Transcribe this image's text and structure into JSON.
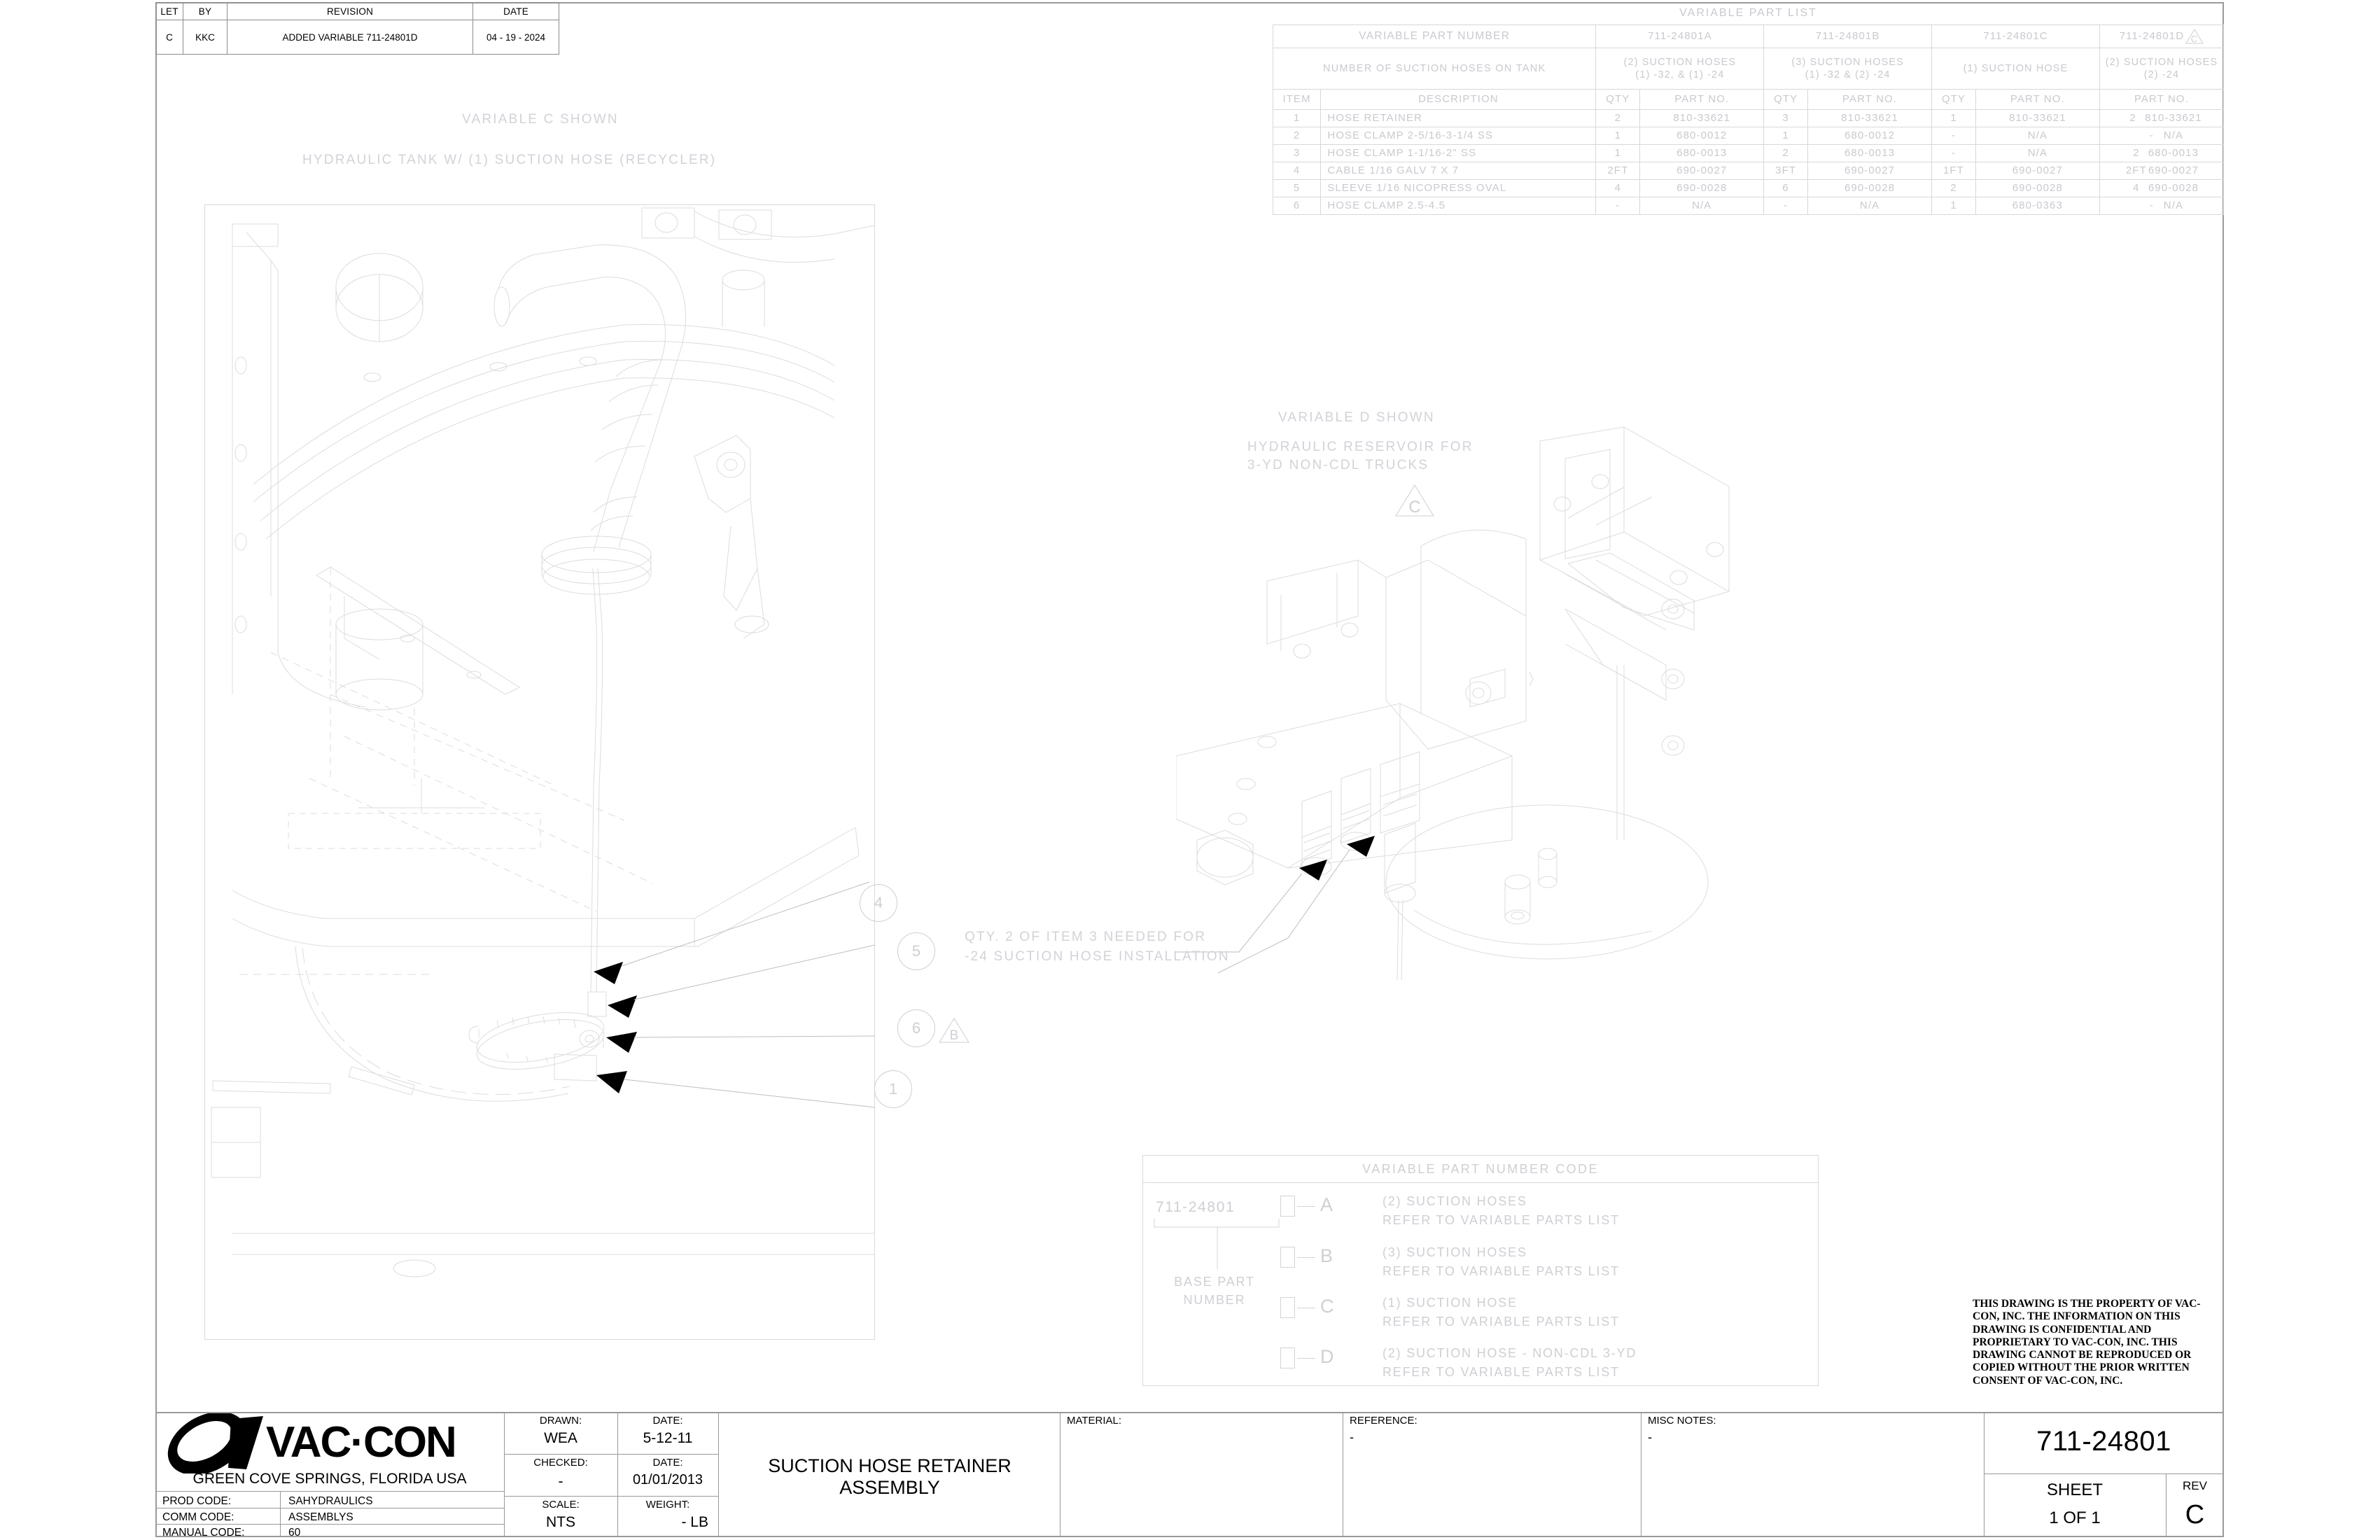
{
  "revision_block": {
    "headers": [
      "LET",
      "BY",
      "REVISION",
      "DATE"
    ],
    "rows": [
      {
        "let": "C",
        "by": "KKC",
        "revision": "ADDED VARIABLE 711-24801D",
        "date": "04 - 19 - 2024"
      }
    ]
  },
  "variable_part_list": {
    "title": "VARIABLE PART LIST",
    "row_label_part_number": "VARIABLE PART NUMBER",
    "row_label_hoses": "NUMBER OF SUCTION HOSES ON TANK",
    "col_item": "ITEM",
    "col_description": "DESCRIPTION",
    "col_qty": "QTY",
    "col_part_no": "PART NO.",
    "variants": [
      {
        "part_number": "711-24801A",
        "hoses_line1": "(2) SUCTION HOSES",
        "hoses_line2": "(1) -32, & (1) -24",
        "rev_flag": ""
      },
      {
        "part_number": "711-24801B",
        "hoses_line1": "(3) SUCTION HOSES",
        "hoses_line2": "(1) -32 & (2) -24",
        "rev_flag": ""
      },
      {
        "part_number": "711-24801C",
        "hoses_line1": "(1) SUCTION HOSE",
        "hoses_line2": "",
        "rev_flag": ""
      },
      {
        "part_number": "711-24801D",
        "hoses_line1": "(2) SUCTION HOSES",
        "hoses_line2": "(2) -24",
        "rev_flag": "C"
      }
    ],
    "items": [
      {
        "item": "1",
        "description": "HOSE RETAINER",
        "a_qty": "2",
        "a_pn": "810-33621",
        "b_qty": "3",
        "b_pn": "810-33621",
        "c_qty": "1",
        "c_pn": "810-33621",
        "d_qty": "2",
        "d_pn": "810-33621"
      },
      {
        "item": "2",
        "description": "HOSE CLAMP 2-5/16-3-1/4 SS",
        "a_qty": "1",
        "a_pn": "680-0012",
        "b_qty": "1",
        "b_pn": "680-0012",
        "c_qty": "-",
        "c_pn": "N/A",
        "d_qty": "-",
        "d_pn": "N/A"
      },
      {
        "item": "3",
        "description": "HOSE CLAMP 1-1/16-2\" SS",
        "a_qty": "1",
        "a_pn": "680-0013",
        "b_qty": "2",
        "b_pn": "680-0013",
        "c_qty": "-",
        "c_pn": "N/A",
        "d_qty": "2",
        "d_pn": "680-0013"
      },
      {
        "item": "4",
        "description": "CABLE 1/16 GALV 7 X 7",
        "a_qty": "2FT",
        "a_pn": "690-0027",
        "b_qty": "3FT",
        "b_pn": "690-0027",
        "c_qty": "1FT",
        "c_pn": "690-0027",
        "d_qty": "2FT",
        "d_pn": "690-0027"
      },
      {
        "item": "5",
        "description": "SLEEVE 1/16 NICOPRESS OVAL",
        "a_qty": "4",
        "a_pn": "690-0028",
        "b_qty": "6",
        "b_pn": "690-0028",
        "c_qty": "2",
        "c_pn": "690-0028",
        "d_qty": "4",
        "d_pn": "690-0028"
      },
      {
        "item": "6",
        "description": "HOSE CLAMP 2.5-4.5",
        "a_qty": "-",
        "a_pn": "N/A",
        "b_qty": "-",
        "b_pn": "N/A",
        "c_qty": "1",
        "c_pn": "680-0363",
        "d_qty": "-",
        "d_pn": "N/A"
      }
    ]
  },
  "left_view": {
    "variant_note": "VARIABLE C SHOWN",
    "description": "HYDRAULIC TANK W/ (1) SUCTION HOSE (RECYCLER)",
    "balloons": [
      "4",
      "5",
      "6",
      "1"
    ],
    "rev_triangle": "B"
  },
  "right_view": {
    "variant_note": "VARIABLE D SHOWN",
    "description_line1": "HYDRAULIC RESERVOIR FOR",
    "description_line2": "3-YD NON-CDL TRUCKS",
    "rev_triangle": "C",
    "qty_note_line1": "QTY. 2 OF ITEM 3 NEEDED FOR",
    "qty_note_line2": "-24 SUCTION HOSE INSTALLATION"
  },
  "variable_part_number_code": {
    "title": "VARIABLE PART NUMBER CODE",
    "base_part_number": "711-24801",
    "base_label_line1": "BASE PART",
    "base_label_line2": "NUMBER",
    "options": [
      {
        "letter": "A",
        "desc_line1": "(2) SUCTION HOSES",
        "desc_line2": "REFER TO VARIABLE PARTS LIST"
      },
      {
        "letter": "B",
        "desc_line1": "(3) SUCTION HOSES",
        "desc_line2": "REFER TO VARIABLE PARTS LIST"
      },
      {
        "letter": "C",
        "desc_line1": "(1) SUCTION HOSE",
        "desc_line2": "REFER TO VARIABLE PARTS LIST"
      },
      {
        "letter": "D",
        "desc_line1": "(2) SUCTION HOSE - NON-CDL 3-YD",
        "desc_line2": "REFER TO VARIABLE PARTS LIST"
      }
    ]
  },
  "proprietary_notice": "THIS DRAWING IS THE PROPERTY OF VAC-CON, INC.  THE INFORMATION ON THIS DRAWING IS CONFIDENTIAL AND PROPRIETARY TO VAC-CON, INC.  THIS DRAWING CANNOT BE REPRODUCED OR COPIED WITHOUT THE PRIOR WRITTEN CONSENT OF VAC-CON, INC.",
  "title_block": {
    "company_name": "VAC·CON",
    "company_location": "GREEN COVE SPRINGS, FLORIDA USA",
    "prod_code_label": "PROD CODE:",
    "prod_code_value": "SAHYDRAULICS",
    "comm_code_label": "COMM CODE:",
    "comm_code_value": "ASSEMBLYS",
    "manual_code_label": "MANUAL CODE:",
    "manual_code_value": "60",
    "drawn_label": "DRAWN:",
    "drawn_value": "WEA",
    "drawn_date_label": "DATE:",
    "drawn_date_value": "5-12-11",
    "checked_label": "CHECKED:",
    "checked_value": "-",
    "checked_date_label": "DATE:",
    "checked_date_value": "01/01/2013",
    "scale_label": "SCALE:",
    "scale_value": "NTS",
    "weight_label": "WEIGHT:",
    "weight_value": "- LB",
    "drawing_title": "SUCTION HOSE  RETAINER  ASSEMBLY",
    "material_label": "MATERIAL:",
    "material_value": "",
    "reference_label": "REFERENCE:",
    "reference_value": "-",
    "misc_notes_label": "MISC NOTES:",
    "misc_notes_value": "-",
    "drawing_number": "711-24801",
    "sheet_label": "SHEET",
    "sheet_value": "1 OF 1",
    "rev_label": "REV",
    "rev_value": "C"
  }
}
